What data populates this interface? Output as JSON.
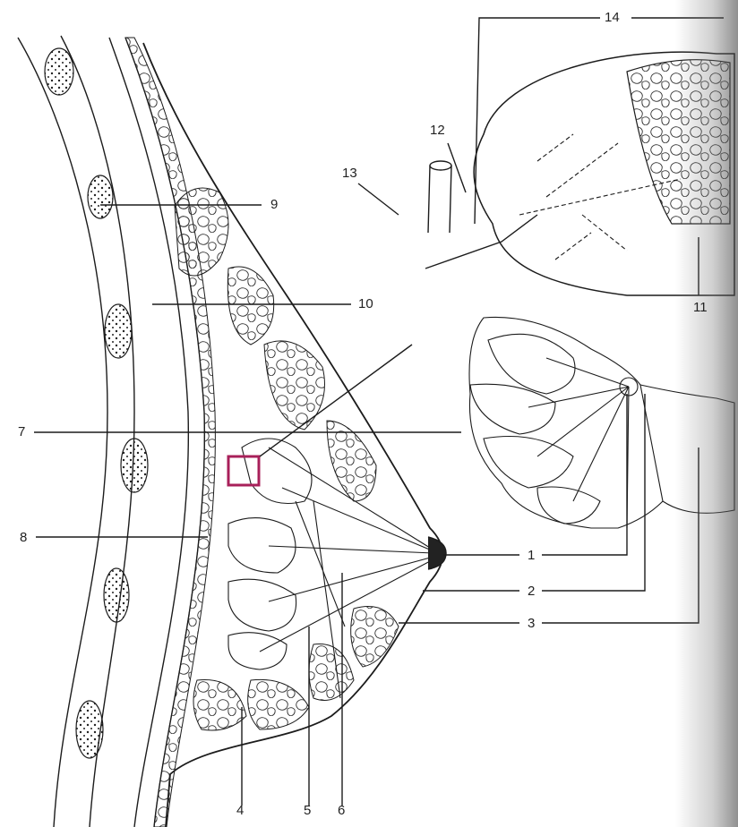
{
  "labels": [
    "1",
    "2",
    "3",
    "4",
    "5",
    "6",
    "7",
    "8",
    "9",
    "10",
    "11",
    "12",
    "13",
    "14"
  ],
  "colors": {
    "ink": "#1c1c1c",
    "highlight": "#a8205a",
    "paper": "#ffffff"
  }
}
